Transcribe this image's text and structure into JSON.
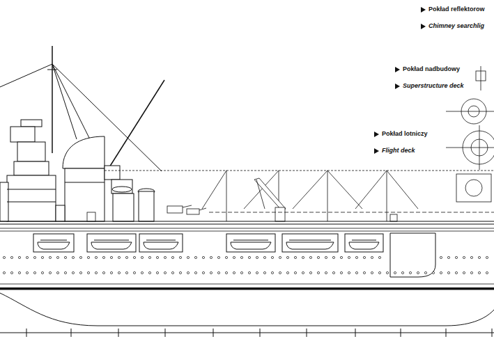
{
  "diagram": {
    "labels": [
      "Pokład reflektorow",
      "Chimney searchlig",
      "Pokład nadbudowy",
      "Superstructure deck",
      "Pokład lotniczy",
      "Flight deck"
    ]
  }
}
